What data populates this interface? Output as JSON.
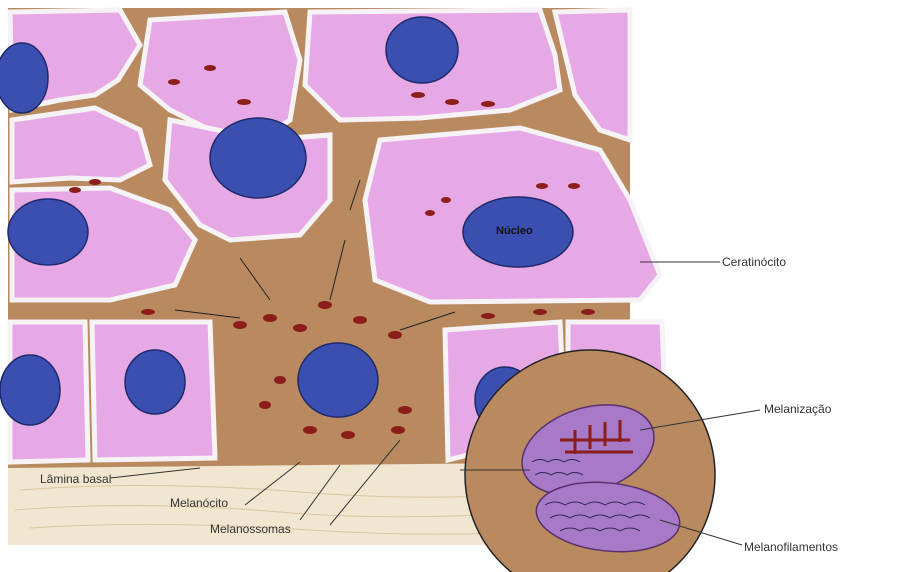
{
  "labels": {
    "nucleo": "Núcleo",
    "ceratinocito": "Ceratinócito",
    "melanizacao": "Melanização",
    "lamina_basal": "Lâmina basal",
    "melanocito": "Melanócito",
    "melanossomas": "Melanossomas",
    "melanofilamentos": "Melanofilamentos"
  },
  "colors": {
    "cell": "#e7a9e6",
    "melanocyte": "#b98a5f",
    "nucleus": "#3b4fb0",
    "melanosome": "#8b1e1a",
    "membrane": "#f6f3f6",
    "basal": "#f1e6cf",
    "inset": "#b98a5f",
    "vesicle": "#a77ac8"
  }
}
